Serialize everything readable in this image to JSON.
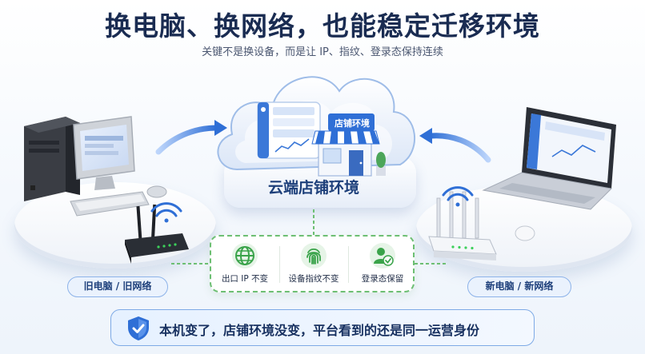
{
  "header": {
    "title": "换电脑、换网络，也能稳定迁移环境",
    "subtitle": "关键不是换设备，而是让 IP、指纹、登录态保持连续"
  },
  "cloud": {
    "label": "云端店铺环境",
    "store_sign": "店铺环境"
  },
  "left": {
    "label": "旧电脑 / 旧网络"
  },
  "right": {
    "label": "新电脑 / 新网络"
  },
  "features": [
    {
      "label": "出口 IP 不变",
      "icon": "globe-icon"
    },
    {
      "label": "设备指纹不变",
      "icon": "fingerprint-icon"
    },
    {
      "label": "登录态保留",
      "icon": "user-check-icon"
    }
  ],
  "banner": {
    "text": "本机变了，店铺环境没变，平台看到的还是同一运营身份",
    "icon": "shield-check-icon"
  },
  "colors": {
    "accent_blue": "#2f6fd6",
    "accent_green": "#3aa34a",
    "title_navy": "#1a2c52"
  }
}
